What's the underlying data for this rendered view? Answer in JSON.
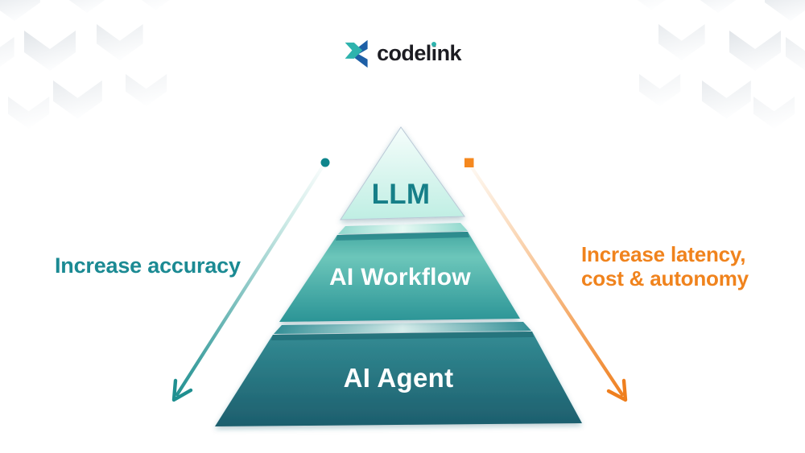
{
  "header": {
    "brand": "codelink",
    "brand_parts": {
      "left": "codel",
      "i": "i",
      "right": "nk"
    }
  },
  "pyramid": {
    "tiers": [
      {
        "id": "llm",
        "label": "LLM",
        "text_color": "#177f88",
        "fill_top": "#f5fdfb",
        "fill_bottom": "#bfeee3"
      },
      {
        "id": "ai-workflow",
        "label": "AI Workflow",
        "text_color": "#ffffff",
        "fill_top": "#44a8a2",
        "fill_bottom": "#2b9496"
      },
      {
        "id": "ai-agent",
        "label": "AI Agent",
        "text_color": "#ffffff",
        "fill_top": "#338c94",
        "fill_bottom": "#1d5e6d"
      }
    ]
  },
  "annotations": {
    "left": {
      "text": "Increase accuracy",
      "color": "#1b8a93",
      "marker": "circle",
      "marker_color": "#0e858c",
      "arrow_color": "#1f8f90"
    },
    "right": {
      "lines": [
        "Increase latency,",
        "cost & autonomy"
      ],
      "color": "#f0831d",
      "marker": "square",
      "marker_color": "#f5881f",
      "arrow_color": "#ef7f1e"
    }
  },
  "colors": {
    "background": "#ffffff",
    "logo_teal": "#2eb3ad",
    "logo_navy": "#1d5fa6",
    "logo_text": "#1c1c22",
    "pattern_gray": "#dde2e7"
  }
}
